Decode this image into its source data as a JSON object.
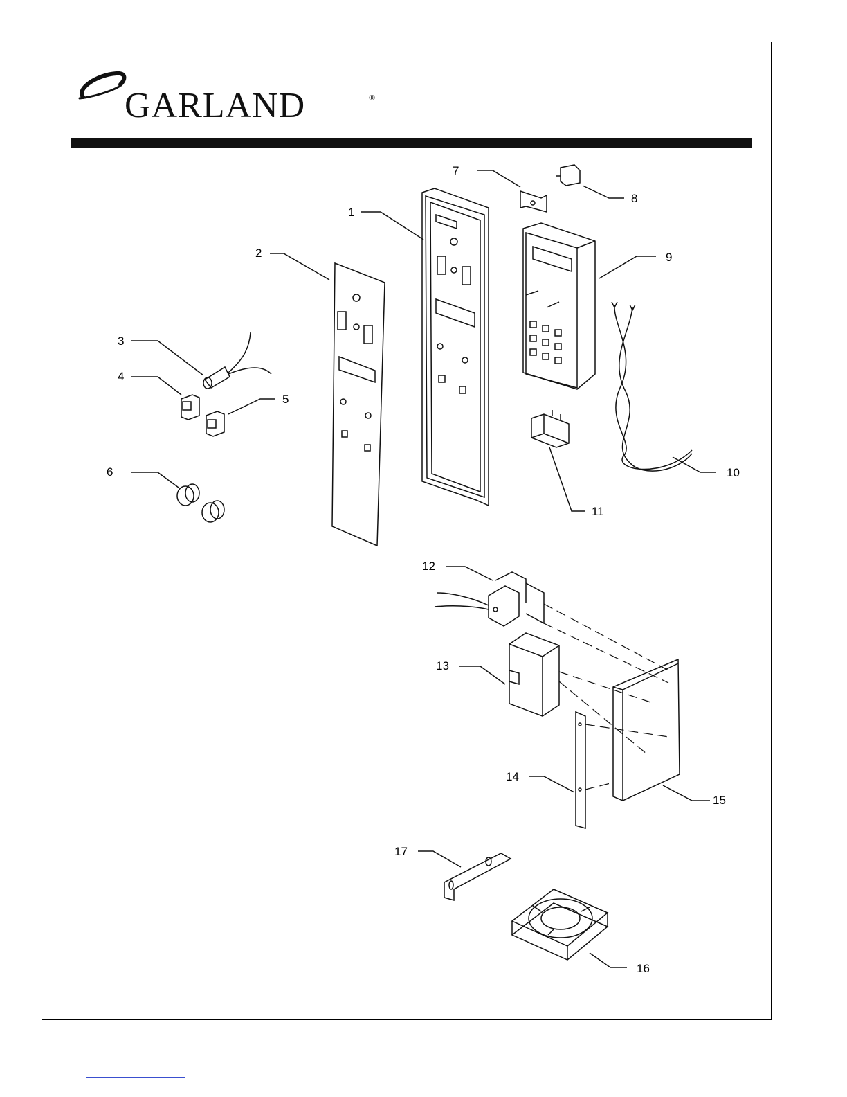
{
  "brand": {
    "name": "GARLAND",
    "registered": "®"
  },
  "diagram": {
    "callouts": [
      "1",
      "2",
      "3",
      "4",
      "5",
      "6",
      "7",
      "8",
      "9",
      "10",
      "11",
      "12",
      "13",
      "14",
      "15",
      "16",
      "17"
    ]
  },
  "colors": {
    "ink": "#111111",
    "link_underline": "#3a4fcf"
  }
}
